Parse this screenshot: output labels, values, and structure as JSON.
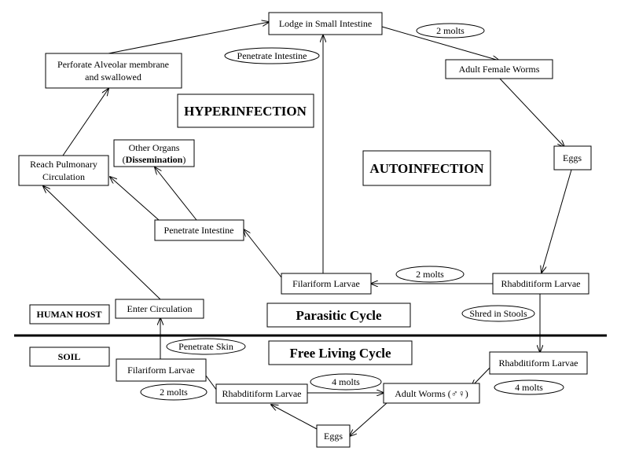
{
  "nodes": {
    "lodge": "Lodge in Small Intestine",
    "adult_female": "Adult Female Worms",
    "eggs_top": "Eggs",
    "rhab_top": "Rhabditiform Larvae",
    "filar_top": "Filariform Larvae",
    "pen_int_mid": "Penetrate Intestine",
    "other_organs_1": "Other Organs",
    "other_organs_2": "Dissemination",
    "reach_pulm_1": "Reach Pulmonary",
    "reach_pulm_2": "Circulation",
    "perforate_1": "Perforate Alveolar membrane",
    "perforate_2": "and swallowed",
    "enter_circ": "Enter Circulation",
    "filar_bottom": "Filariform Larvae",
    "rhab_bottom": "Rhabditiform Larvae",
    "eggs_bottom": "Eggs",
    "adult_worms": "Adult Worms (♂♀)",
    "rhab_right": "Rhabditiform Larvae"
  },
  "edge_labels": {
    "molts_top": "2 molts",
    "pen_int_top": "Penetrate Intestine",
    "molts_mid": "2 molts",
    "shred": "Shred in Stools",
    "pen_skin": "Penetrate Skin",
    "molts_bl": "2 molts",
    "molts_bc": "4 molts",
    "molts_br": "4 molts"
  },
  "region_labels": {
    "hyperinfection": "HYPERINFECTION",
    "autoinfection": "AUTOINFECTION",
    "human_host": "HUMAN HOST",
    "soil": "SOIL",
    "parasitic": "Parasitic Cycle",
    "free_living": "Free Living Cycle"
  }
}
